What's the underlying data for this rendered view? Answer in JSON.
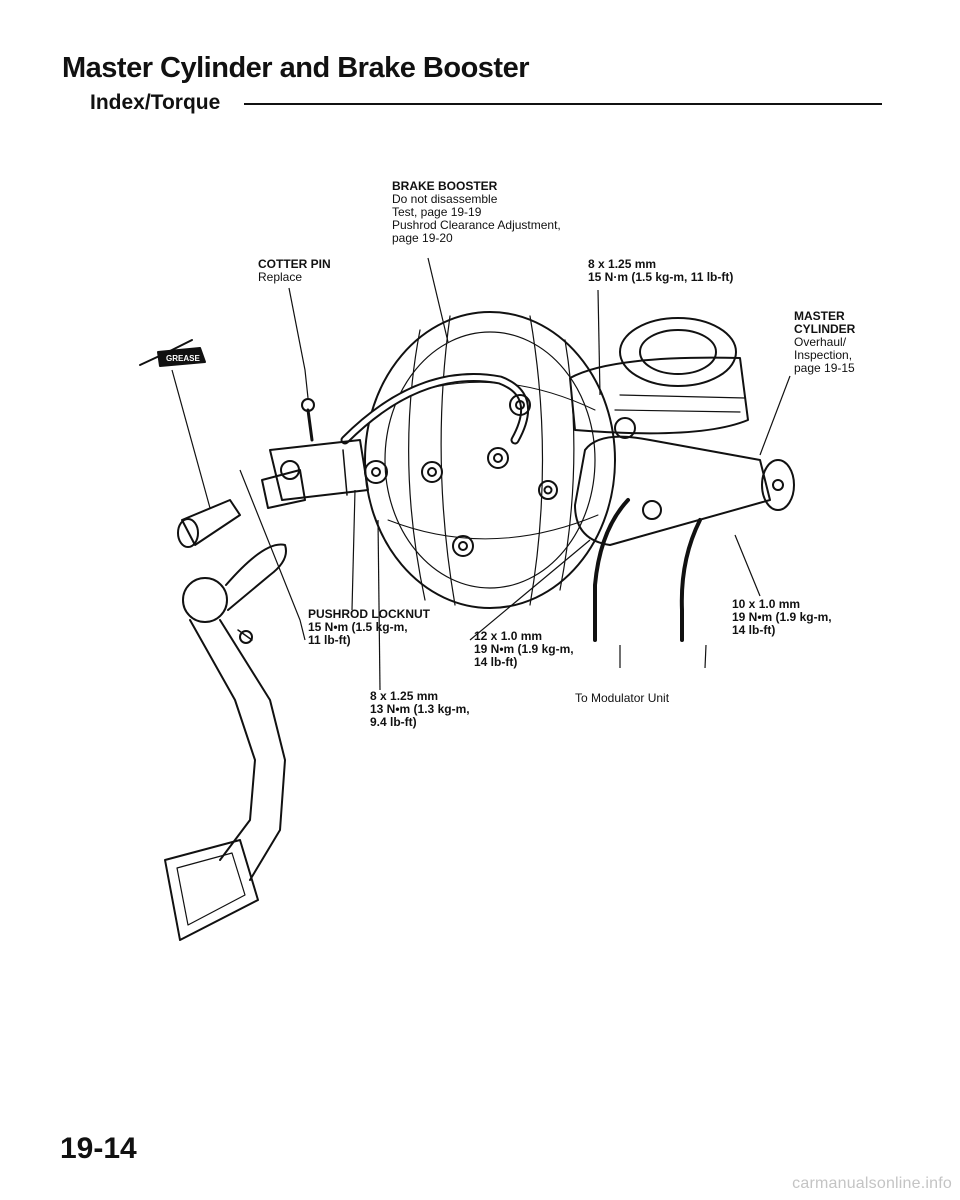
{
  "header": {
    "title": "Master Cylinder and Brake Booster",
    "subtitle": "Index/Torque"
  },
  "callouts": {
    "brake_booster": {
      "name": "BRAKE BOOSTER",
      "lines": [
        "Do not disassemble",
        "Test, page 19-19",
        "Pushrod Clearance Adjustment,",
        "page 19-20"
      ]
    },
    "cotter_pin": {
      "name": "COTTER PIN",
      "note": "Replace"
    },
    "bolt_top": {
      "size": "8 x 1.25 mm",
      "torque": "15 N·m (1.5 kg-m, 11 lb-ft)"
    },
    "master_cylinder": {
      "name_1": "MASTER",
      "name_2": "CYLINDER",
      "lines": [
        "Overhaul/",
        "Inspection,",
        "page 19-15"
      ]
    },
    "pushrod_locknut": {
      "name": "PUSHROD LOCKNUT",
      "torque_1": "15 N•m (1.5 kg-m,",
      "torque_2": "11 lb-ft)"
    },
    "fitting_12": {
      "size": "12 x 1.0 mm",
      "torque_1": "19 N•m (1.9 kg-m,",
      "torque_2": "14 lb-ft)"
    },
    "fitting_10": {
      "size": "10 x 1.0 mm",
      "torque_1": "19 N•m (1.9 kg-m,",
      "torque_2": "14 lb-ft)"
    },
    "nut_bottom": {
      "size": "8 x 1.25 mm",
      "torque_1": "13 N•m (1.3 kg-m,",
      "torque_2": "9.4 lb-ft)"
    },
    "modulator": {
      "text": "To Modulator Unit"
    },
    "grease_tag": "GREASE"
  },
  "page_number": "19-14",
  "footer": "carmanualsonline.info"
}
